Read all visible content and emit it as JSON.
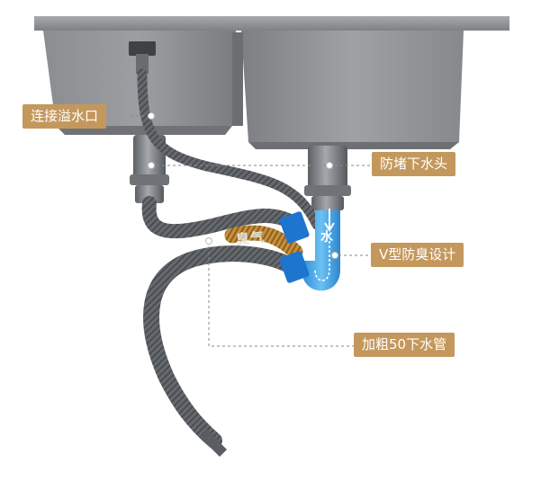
{
  "labels": {
    "overflow": "连接溢水口",
    "anti_clog": "防堵下水头",
    "v_trap": "V型防臭设计",
    "thick_pipe": "加粗50下水管"
  },
  "pipe_text": {
    "smell": "臭气",
    "water": "水"
  },
  "colors": {
    "label_bg": "#c4985c",
    "sink": "#8a8c8e",
    "trap_blue": "#3aa0e2",
    "connector_blue": "#1d75d0",
    "gas_pipe": "#c08a3a",
    "hose": "#5f6266"
  }
}
